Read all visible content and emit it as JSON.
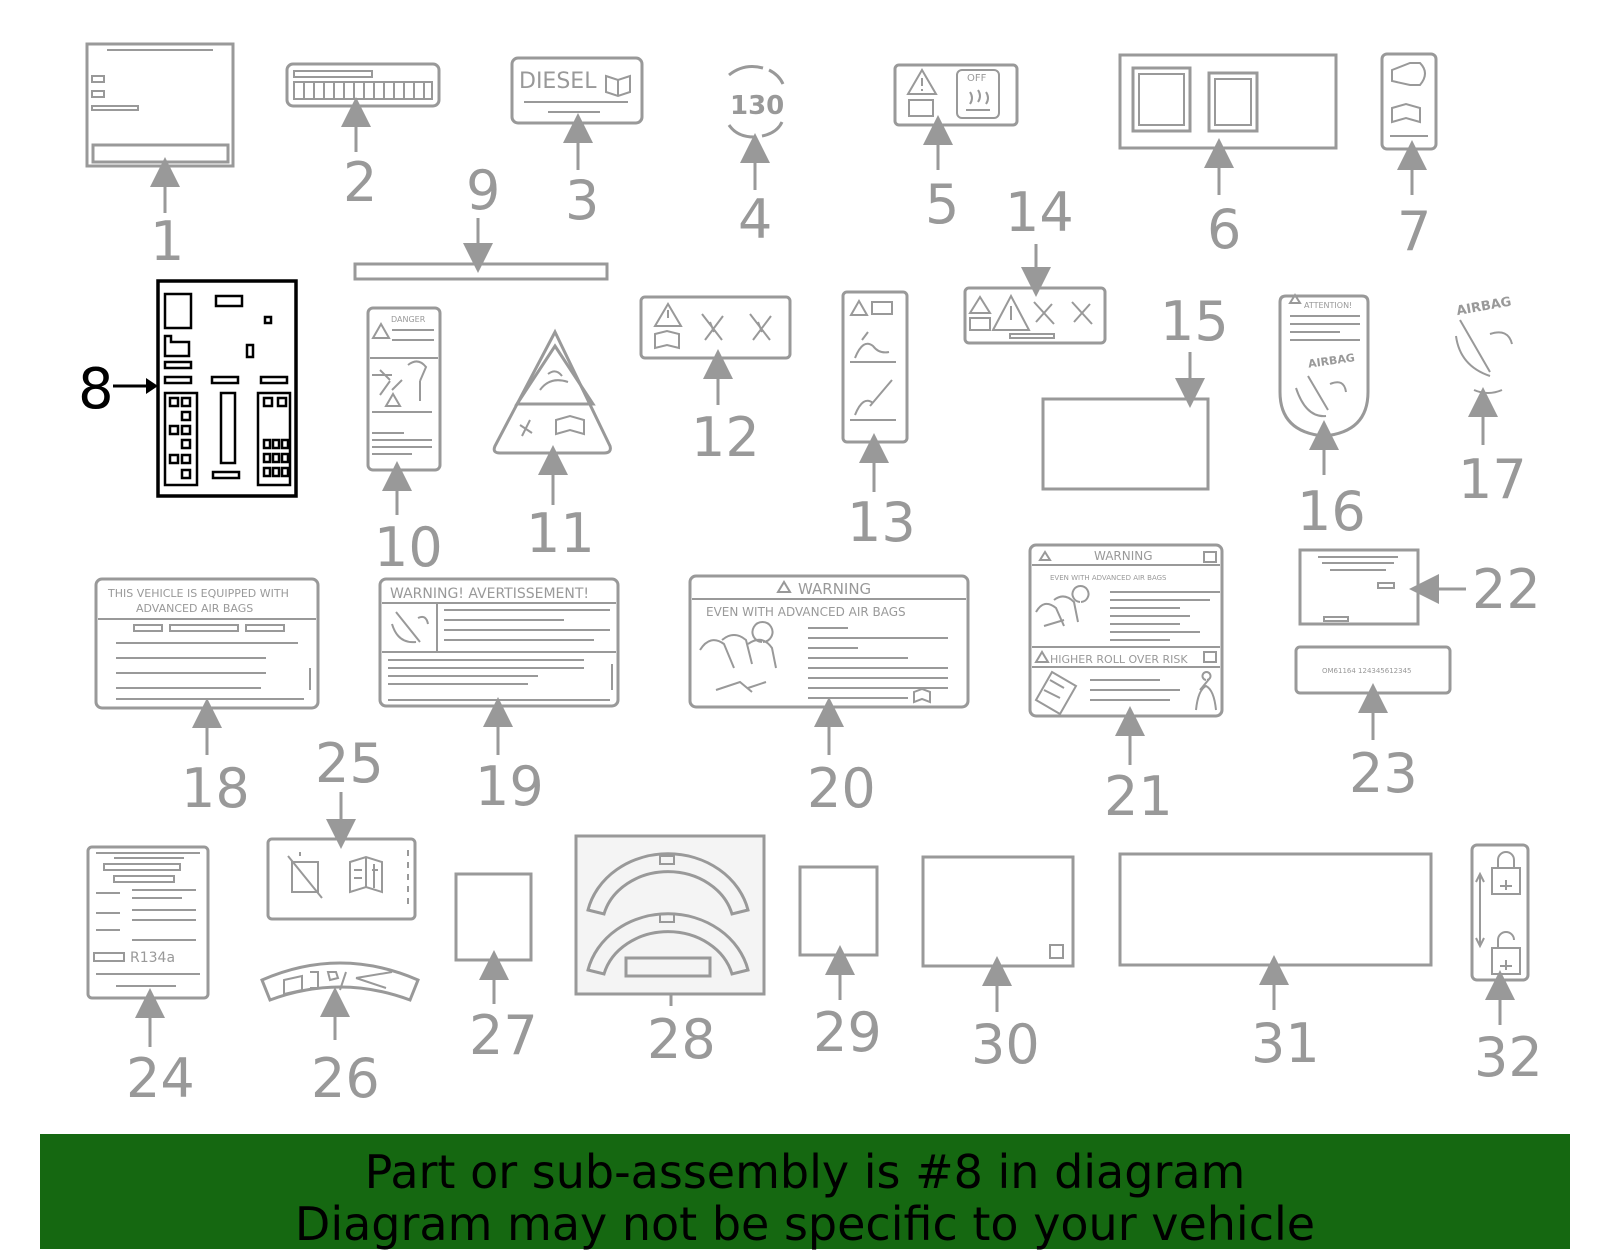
{
  "callouts": [
    "1",
    "2",
    "3",
    "4",
    "5",
    "6",
    "7",
    "8",
    "9",
    "10",
    "11",
    "12",
    "13",
    "14",
    "15",
    "16",
    "17",
    "18",
    "19",
    "20",
    "21",
    "22",
    "23",
    "24",
    "25",
    "26",
    "27",
    "28",
    "29",
    "30",
    "31",
    "32"
  ],
  "highlighted_part": "8",
  "labels": {
    "diesel": "DIESEL",
    "speed": "130",
    "off": "OFF",
    "danger": "DANGER",
    "attention": "ATTENTION!",
    "airbag": "AIRBAG",
    "l18_line1": "THIS VEHICLE IS EQUIPPED WITH",
    "l18_line2": "ADVANCED AIR BAGS",
    "l19_title": "WARNING! AVERTISSEMENT!",
    "l20_title": "WARNING",
    "l20_sub": "EVEN   WITH   ADVANCED   AIR   BAGS",
    "l21_title": "WARNING",
    "l21_sub": "EVEN WITH ADVANCED AIR BAGS",
    "l21_mid": "HIGHER ROLL OVER RISK",
    "l23_code": "OM61164 124345612345",
    "l24_ref": "R134a"
  },
  "banner": {
    "line1": "Part or sub-assembly is #8 in diagram",
    "line2": "Diagram may not be specific to your vehicle"
  },
  "colors": {
    "line_gray": "#999999",
    "highlight": "#000000",
    "banner_bg": "#156811",
    "banner_text": "#000000"
  }
}
